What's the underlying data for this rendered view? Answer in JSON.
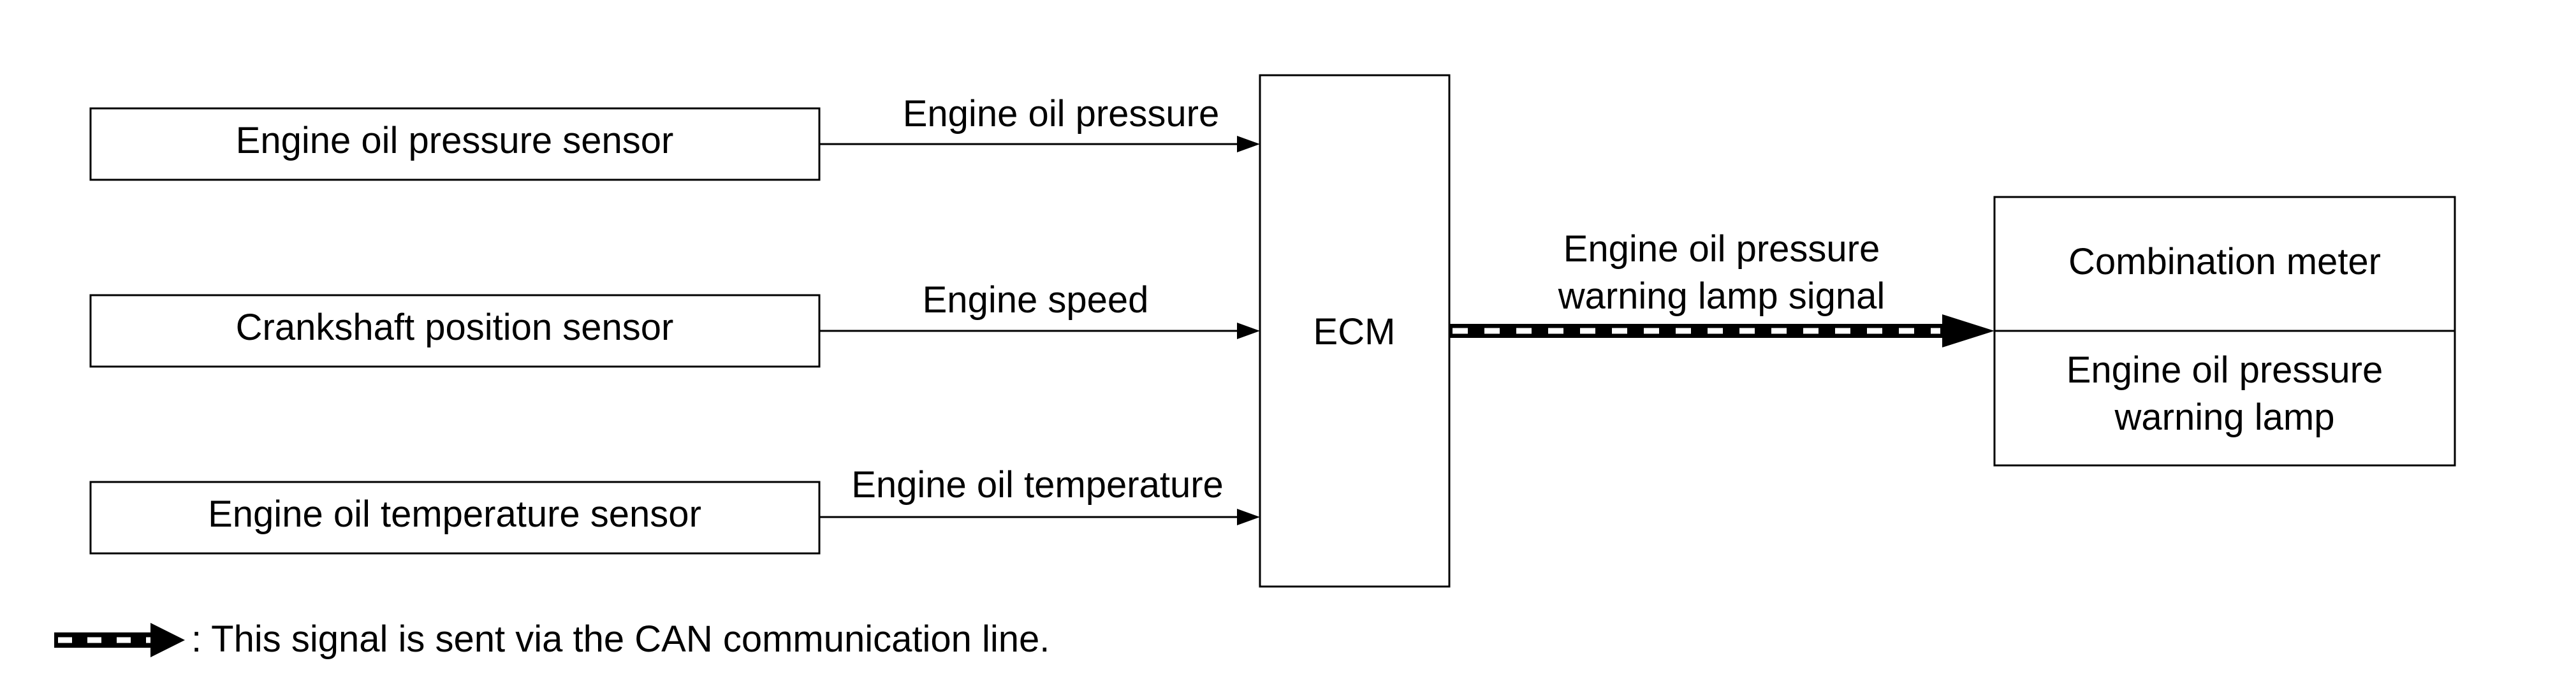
{
  "sensors": [
    {
      "label": "Engine oil pressure sensor",
      "signal": "Engine oil pressure"
    },
    {
      "label": "Crankshaft position sensor",
      "signal": "Engine speed"
    },
    {
      "label": "Engine oil temperature sensor",
      "signal": "Engine oil temperature"
    }
  ],
  "ecm": {
    "label": "ECM"
  },
  "can_signal": {
    "line1": "Engine oil pressure",
    "line2": "warning lamp signal"
  },
  "meter": {
    "title": "Combination meter",
    "lamp_line1": "Engine oil pressure",
    "lamp_line2": "warning lamp"
  },
  "legend": {
    "text": ": This signal is sent via the CAN communication line."
  }
}
